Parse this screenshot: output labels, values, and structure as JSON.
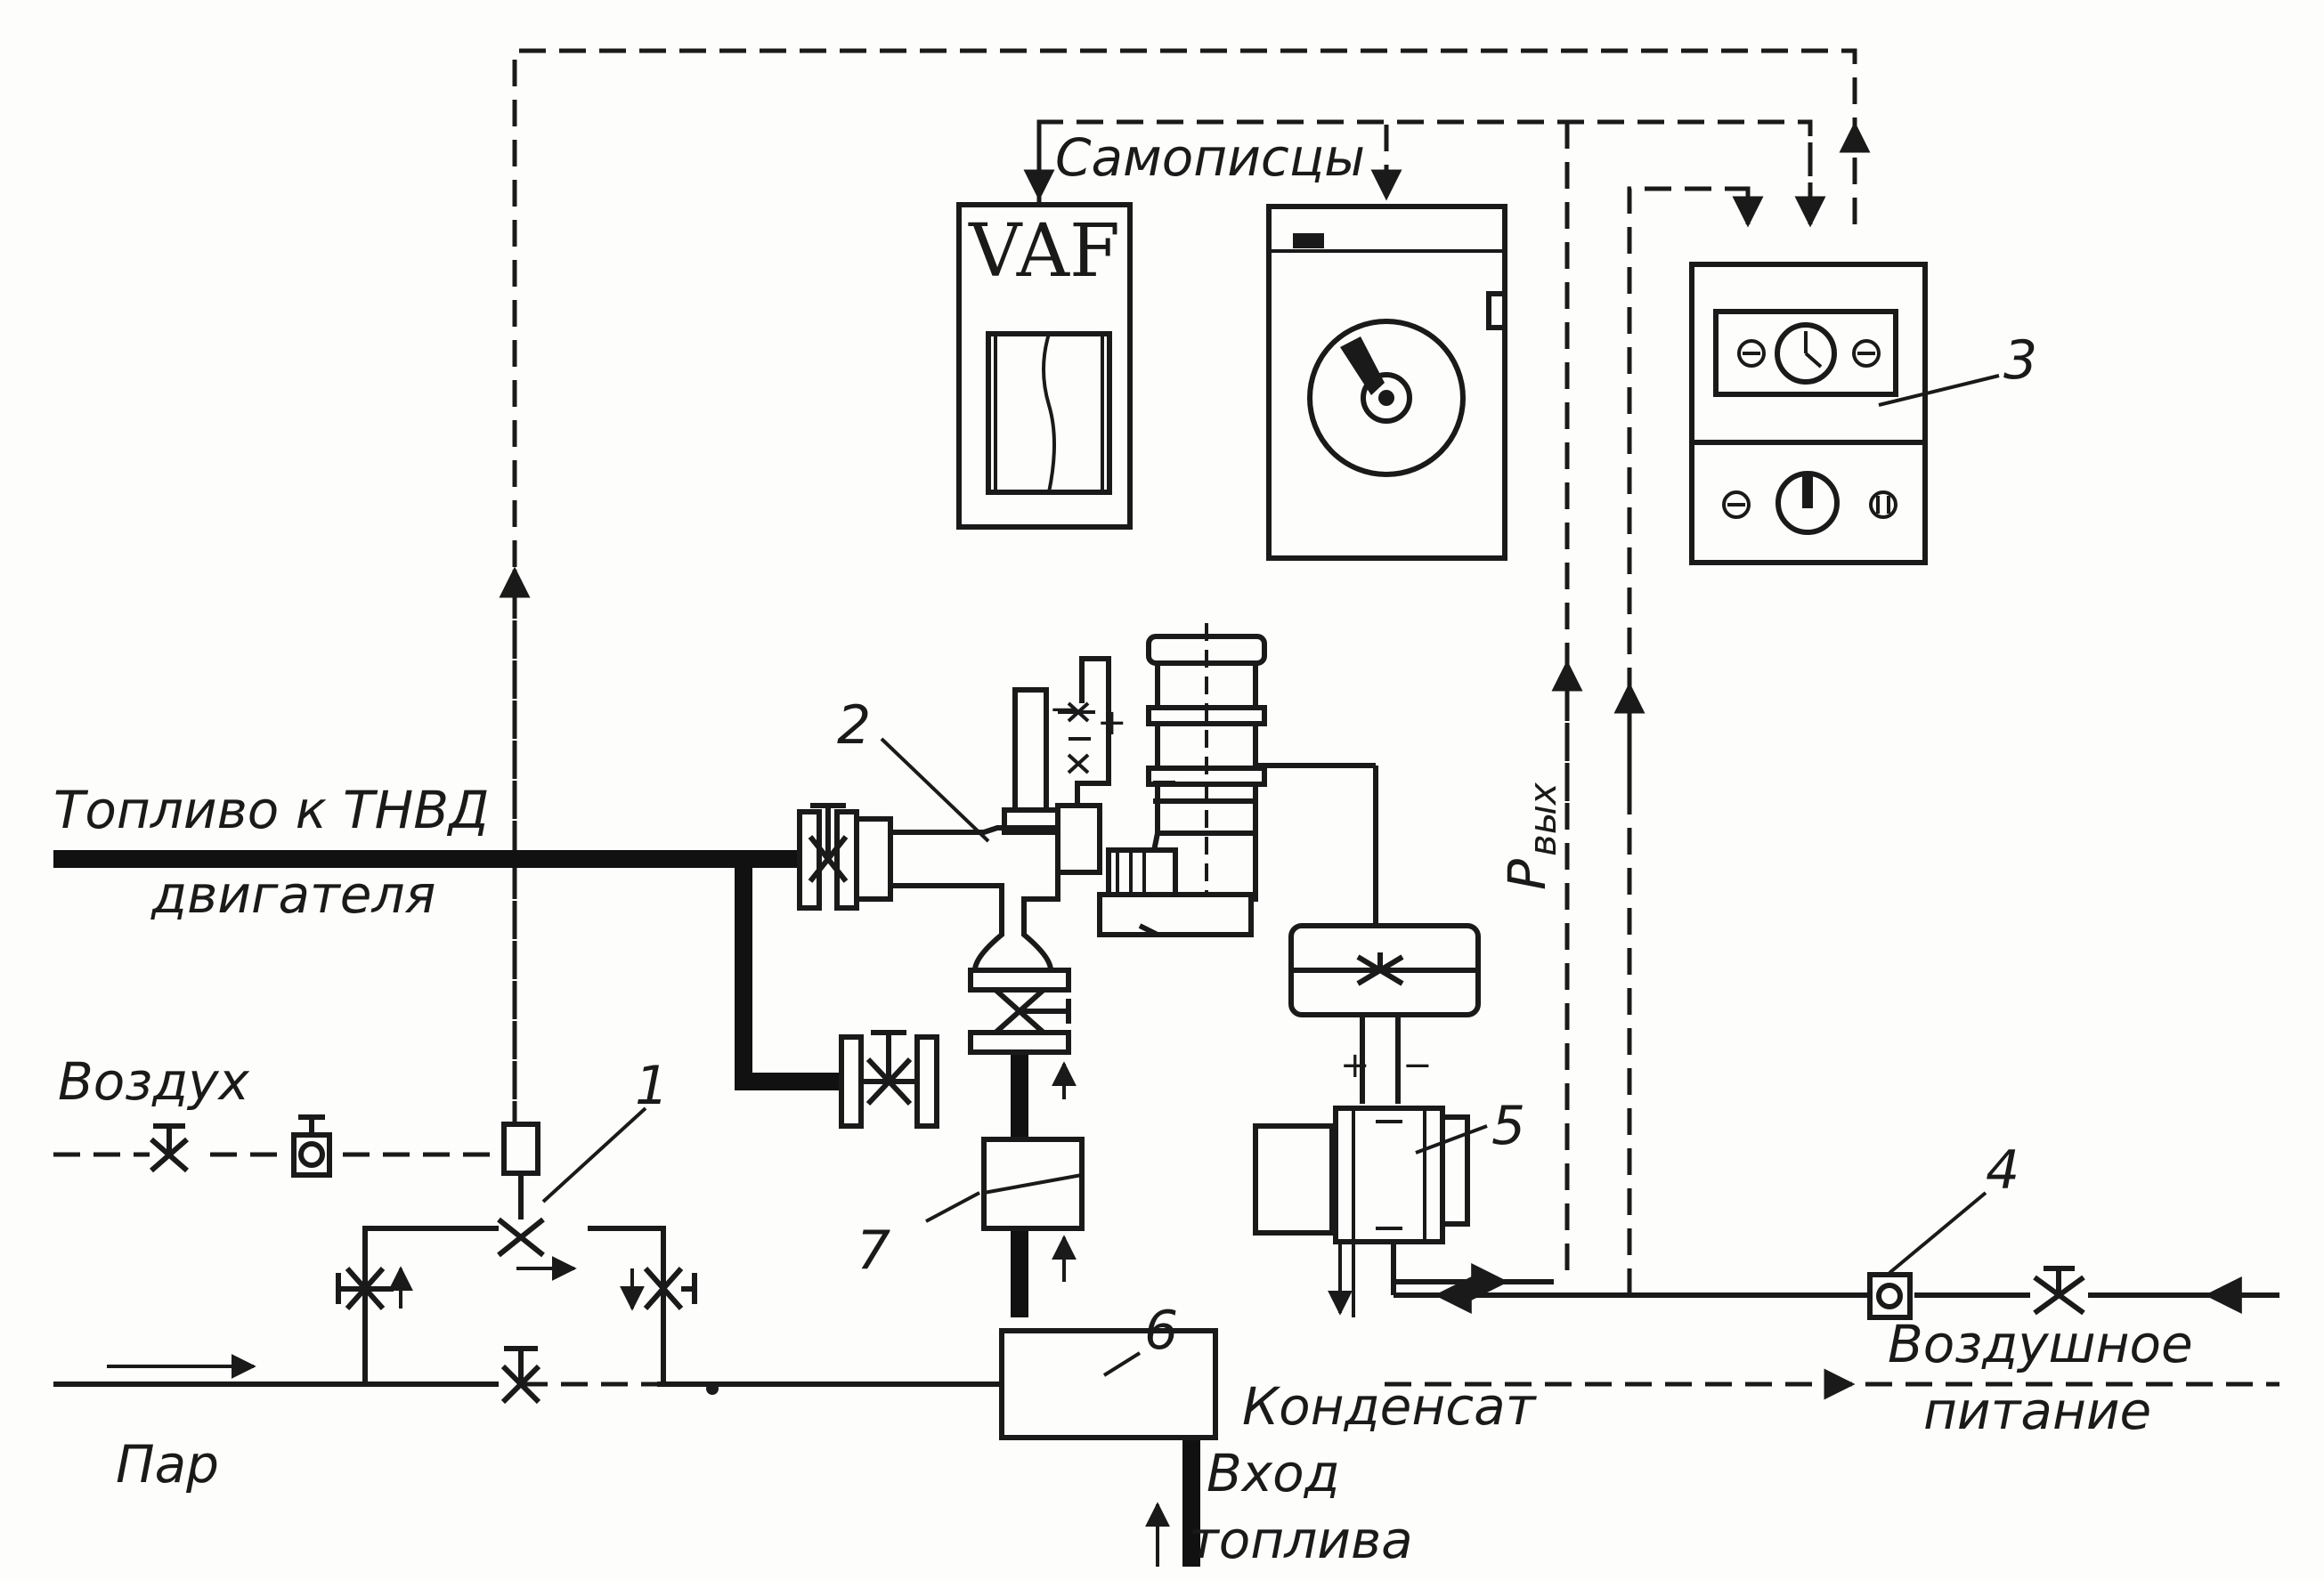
{
  "labels": {
    "recorders": "Самописцы",
    "vaf": "VAF",
    "fuel_to_pump_1": "Топливо к ТНВД",
    "fuel_to_pump_2": "двигателя",
    "air": "Воздух",
    "steam": "Пар",
    "condensate": "Конденсат",
    "fuel_inlet_1": "Вход",
    "fuel_inlet_2": "топлива",
    "air_supply_1": "Воздушное",
    "air_supply_2": "питание",
    "p_out_main": "P",
    "p_out_sub": "вых"
  },
  "signs": {
    "plus": "+",
    "minus": "−"
  },
  "callouts": [
    "1",
    "2",
    "3",
    "4",
    "5",
    "6",
    "7"
  ]
}
